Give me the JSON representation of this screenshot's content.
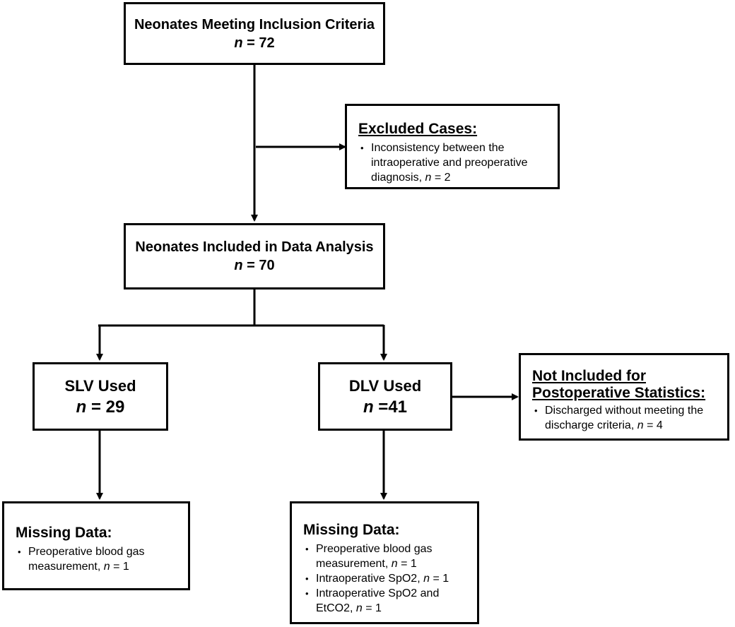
{
  "top_box": {
    "title": "Neonates Meeting Inclusion Criteria",
    "n_symbol": "n",
    "n_rest": " = 72"
  },
  "excluded_box": {
    "heading": "Excluded Cases:",
    "items": [
      {
        "text": "Inconsistency between the intraoperative and preoperative diagnosis, ",
        "n_symbol": "n",
        "n_rest": " = 2"
      }
    ]
  },
  "analysis_box": {
    "title": "Neonates Included in Data Analysis",
    "n_symbol": "n",
    "n_rest": " = 70"
  },
  "slv_box": {
    "title": "SLV Used",
    "n_symbol": "n",
    "n_rest": " = 29"
  },
  "dlv_box": {
    "title": "DLV Used",
    "n_symbol": "n",
    "n_rest": " =41"
  },
  "not_included_box": {
    "heading_line1": "Not Included for",
    "heading_line2": "Postoperative Statistics:",
    "items": [
      {
        "text": "Discharged without meeting the discharge criteria, ",
        "n_symbol": "n",
        "n_rest": " = 4"
      }
    ]
  },
  "slv_missing_box": {
    "heading": "Missing Data:",
    "items": [
      {
        "text": "Preoperative blood gas measurement, ",
        "n_symbol": "n",
        "n_rest": " = 1"
      }
    ]
  },
  "dlv_missing_box": {
    "heading": "Missing Data:",
    "items": [
      {
        "text": "Preoperative blood gas measurement, ",
        "n_symbol": "n",
        "n_rest": " = 1"
      },
      {
        "text": "Intraoperative SpO2, ",
        "n_symbol": "n",
        "n_rest": " = 1"
      },
      {
        "text": "Intraoperative SpO2 and EtCO2, ",
        "n_symbol": "n",
        "n_rest": " = 1"
      }
    ]
  },
  "colors": {
    "stroke": "#000000",
    "background": "#ffffff"
  }
}
